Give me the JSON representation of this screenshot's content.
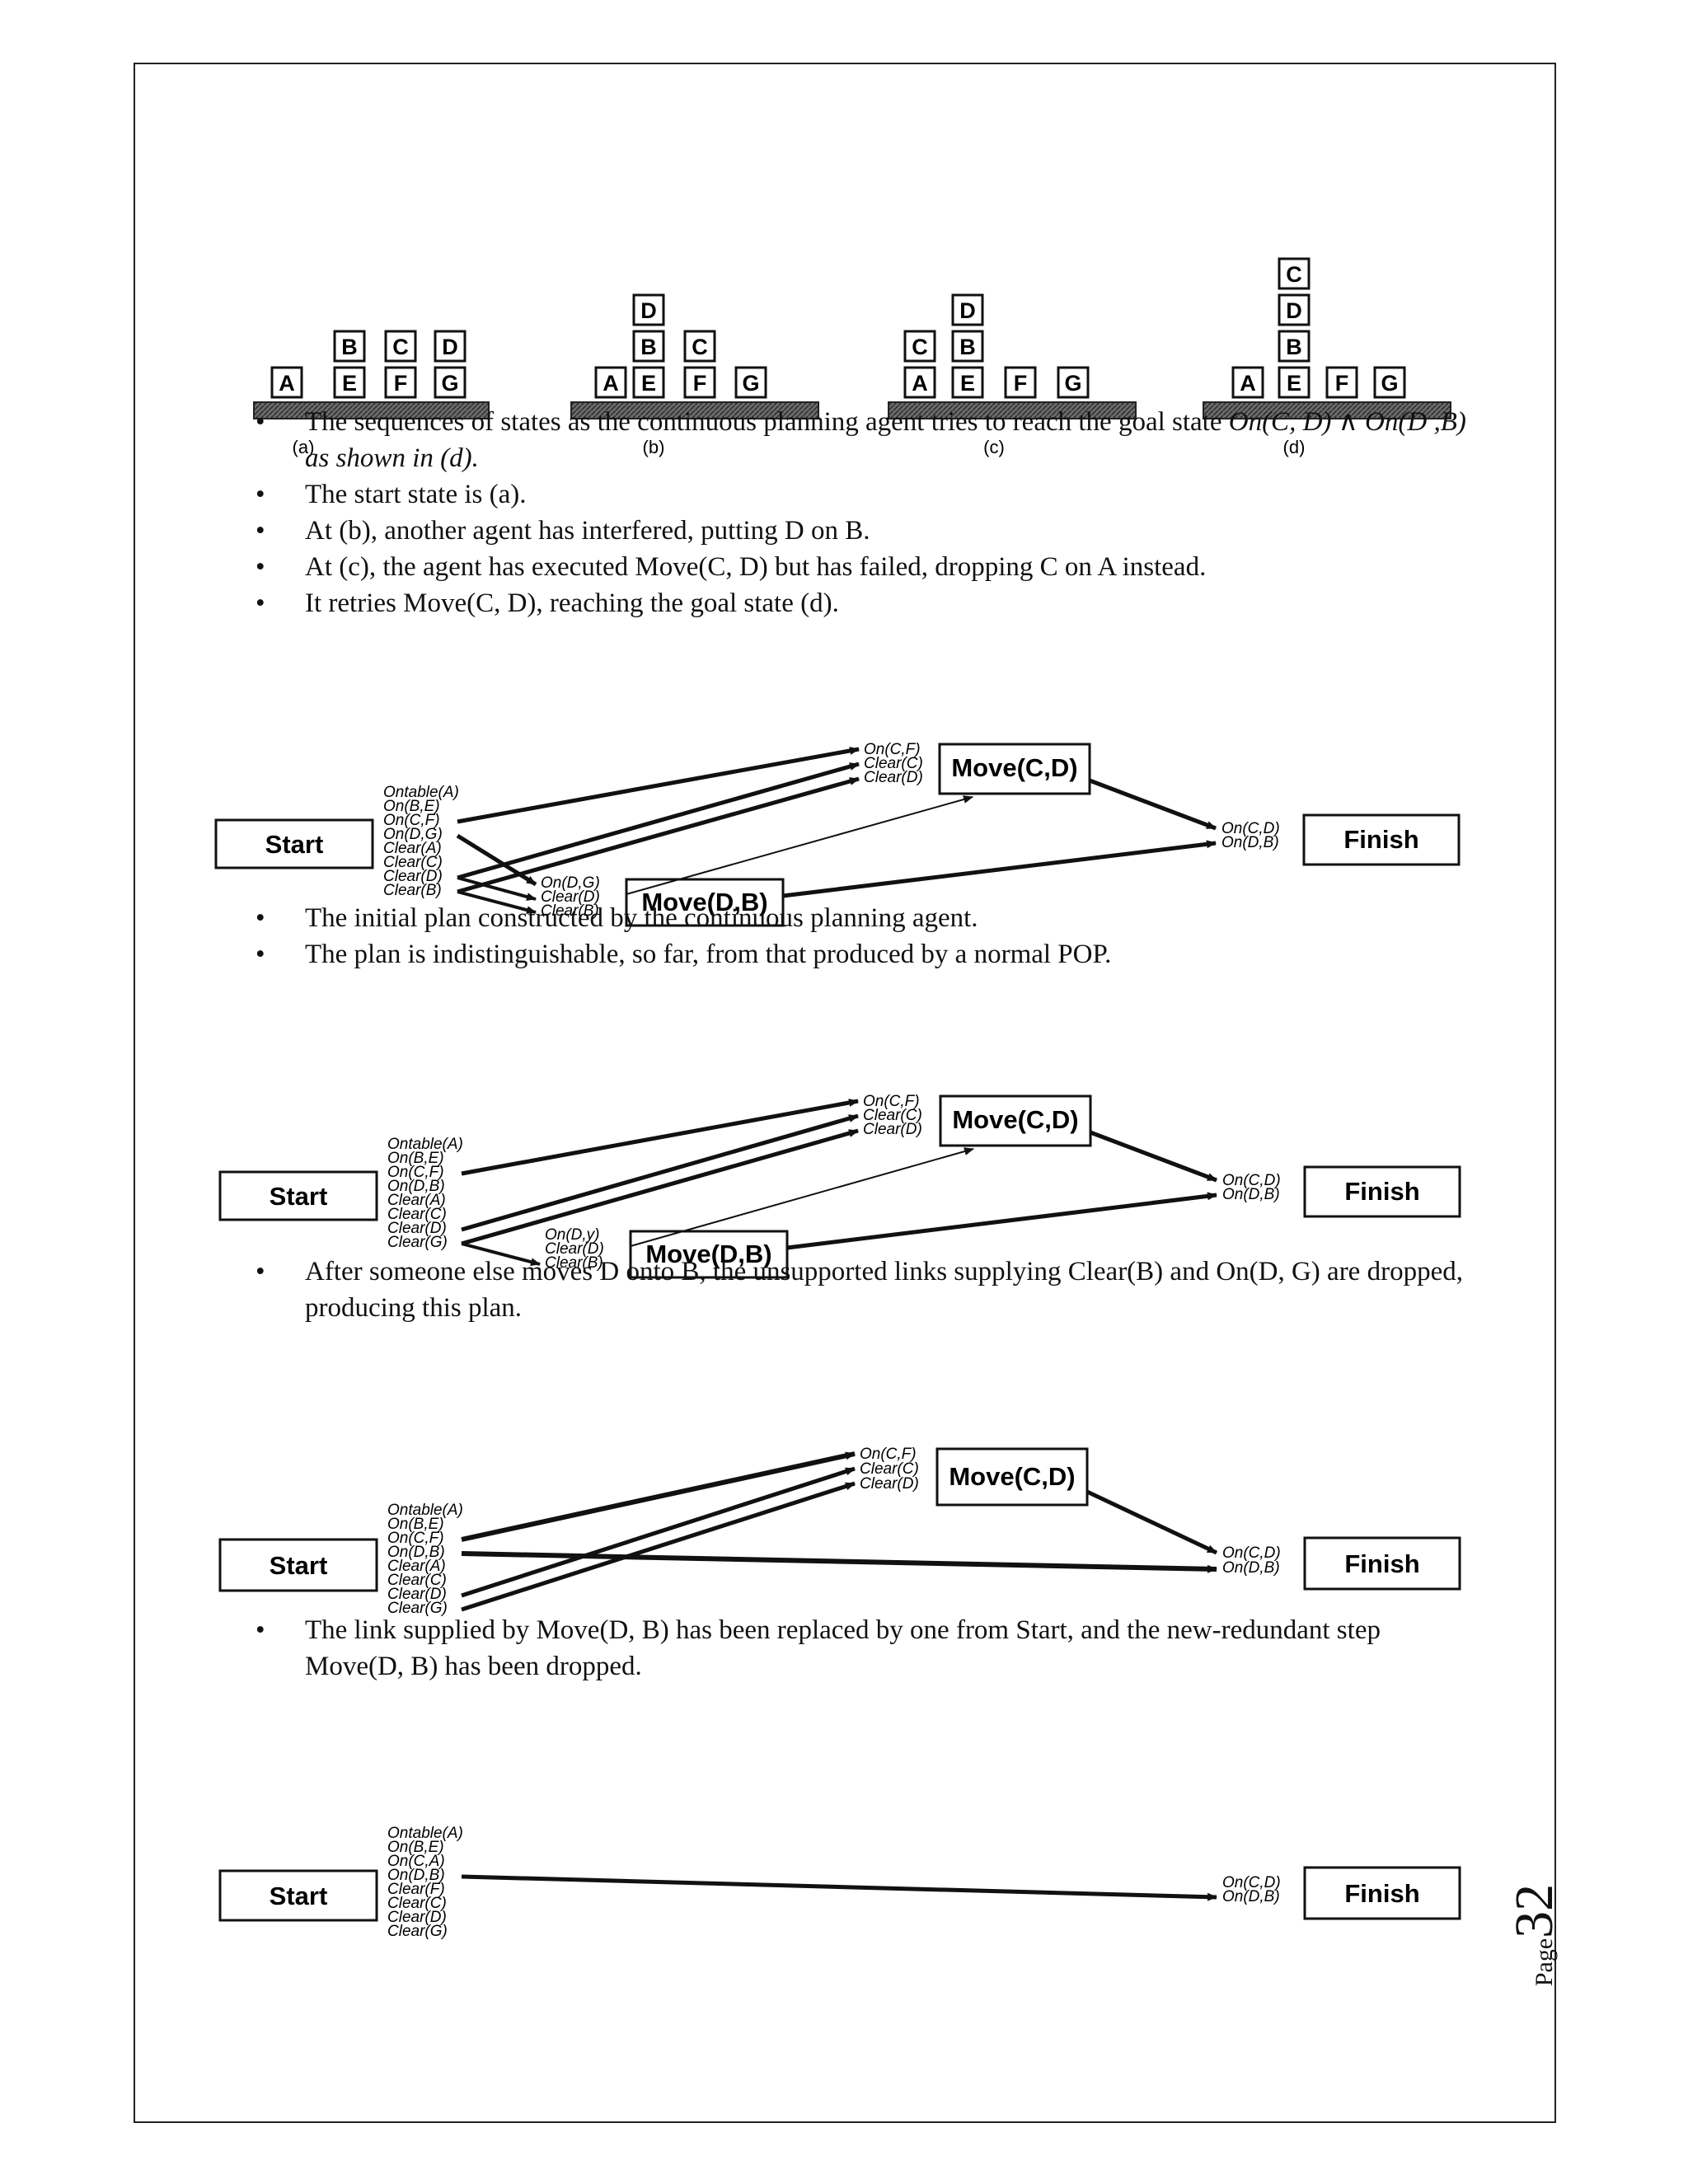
{
  "page": {
    "page_label": "Page",
    "page_number": "32"
  },
  "figure1": {
    "states": [
      {
        "label": "(a)",
        "stacks": [
          [
            "A"
          ],
          [
            "E",
            "B"
          ],
          [
            "F",
            "C"
          ],
          [
            "G",
            "D"
          ]
        ]
      },
      {
        "label": "(b)",
        "stacks": [
          [
            "A"
          ],
          [
            "E",
            "B",
            "D"
          ],
          [
            "F",
            "C"
          ],
          [
            "G"
          ]
        ]
      },
      {
        "label": "(c)",
        "stacks": [
          [
            "A",
            "C"
          ],
          [
            "E",
            "B",
            "D"
          ],
          [
            "F"
          ],
          [
            "G"
          ]
        ]
      },
      {
        "label": "(d)",
        "stacks": [
          [
            "A"
          ],
          [
            "E",
            "B",
            "D",
            "C"
          ],
          [
            "F"
          ],
          [
            "G"
          ]
        ]
      }
    ]
  },
  "bullets1": {
    "b1_part1": "The sequences of states as the continuous planning agent tries to reach the goal state ",
    "b1_part2": "On(C, D) ∧ On(D ,B) as shown in (d).",
    "b2": "The start state is (a).",
    "b3": "At (b), another agent has interfered, putting D on B.",
    "b4": "At (c), the agent has executed Move(C, D) but has failed, dropping C on A instead.",
    "b5": "It retries Move(C, D), reaching the goal state (d)."
  },
  "plan1": {
    "start": "Start",
    "finish": "Finish",
    "move_cd": "Move(C,D)",
    "move_db": "Move(D,B)",
    "start_effects": [
      "Ontable(A)",
      "On(B,E)",
      "On(C,F)",
      "On(D,G)",
      "Clear(A)",
      "Clear(C)",
      "Clear(D)",
      "Clear(B)"
    ],
    "movecd_pre": [
      "On(C,F)",
      "Clear(C)",
      "Clear(D)"
    ],
    "movedb_pre": [
      "On(D,G)",
      "Clear(D)",
      "Clear(B)"
    ],
    "finish_pre": [
      "On(C,D)",
      "On(D,B)"
    ]
  },
  "bullets2": {
    "b1": "The initial plan constructed by the continuous planning agent.",
    "b2": "The plan is indistinguishable, so far, from that produced by a normal POP."
  },
  "plan2": {
    "start": "Start",
    "finish": "Finish",
    "move_cd": "Move(C,D)",
    "move_db": "Move(D,B)",
    "start_effects": [
      "Ontable(A)",
      "On(B,E)",
      "On(C,F)",
      "On(D,B)",
      "Clear(A)",
      "Clear(C)",
      "Clear(D)",
      "Clear(G)"
    ],
    "movecd_pre": [
      "On(C,F)",
      "Clear(C)",
      "Clear(D)"
    ],
    "movedb_pre": [
      "On(D,y)",
      "Clear(D)",
      "Clear(B)"
    ],
    "finish_pre": [
      "On(C,D)",
      "On(D,B)"
    ]
  },
  "bullets3": {
    "b1": "After someone else moves D onto B, the unsupported links supplying Clear(B) and On(D, G) are dropped, producing this plan."
  },
  "plan3": {
    "start": "Start",
    "finish": "Finish",
    "move_cd": "Move(C,D)",
    "start_effects": [
      "Ontable(A)",
      "On(B,E)",
      "On(C,F)",
      "On(D,B)",
      "Clear(A)",
      "Clear(C)",
      "Clear(D)",
      "Clear(G)"
    ],
    "movecd_pre": [
      "On(C,F)",
      "Clear(C)",
      "Clear(D)"
    ],
    "finish_pre": [
      "On(C,D)",
      "On(D,B)"
    ]
  },
  "bullets4": {
    "b1": "The link supplied by Move(D, B) has been replaced by one from Start, and the new-redundant step Move(D, B) has been dropped."
  },
  "plan4": {
    "start": "Start",
    "finish": "Finish",
    "start_effects": [
      "Ontable(A)",
      "On(B,E)",
      "On(C,A)",
      "On(D,B)",
      "Clear(F)",
      "Clear(C)",
      "Clear(D)",
      "Clear(G)"
    ],
    "finish_pre": [
      "On(C,D)",
      "On(D,B)"
    ]
  }
}
